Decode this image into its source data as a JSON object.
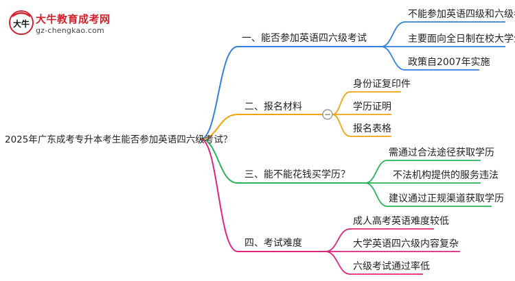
{
  "brand": {
    "name": "大牛教育成考网",
    "url": "gz-chengkao.com",
    "mark": "大牛"
  },
  "root": "2025年广东成考专升本考生能否参加英语四六级考试？",
  "branches": [
    {
      "label": "一、能否参加英语四六级考试",
      "color": "#2f7fe0",
      "children": [
        "不能参加英语四级和六级考试",
        "主要面向全日制在校大学生",
        "政策自2007年实施"
      ]
    },
    {
      "label": "二、报名材料",
      "color": "#f2a20d",
      "children": [
        "身份证复印件",
        "学历证明",
        "报名表格"
      ],
      "collapse_symbol": "−"
    },
    {
      "label": "三、能不能花钱买学历？",
      "color": "#27b35a",
      "children": [
        "需通过合法途径获取学历",
        "不法机构提供的服务违法",
        "建议通过正规渠道获取学历"
      ]
    },
    {
      "label": "四、考试难度",
      "color": "#e0237a",
      "children": [
        "成人高考英语难度较低",
        "大学英语四六级内容复杂",
        "六级考试通过率低"
      ]
    }
  ]
}
